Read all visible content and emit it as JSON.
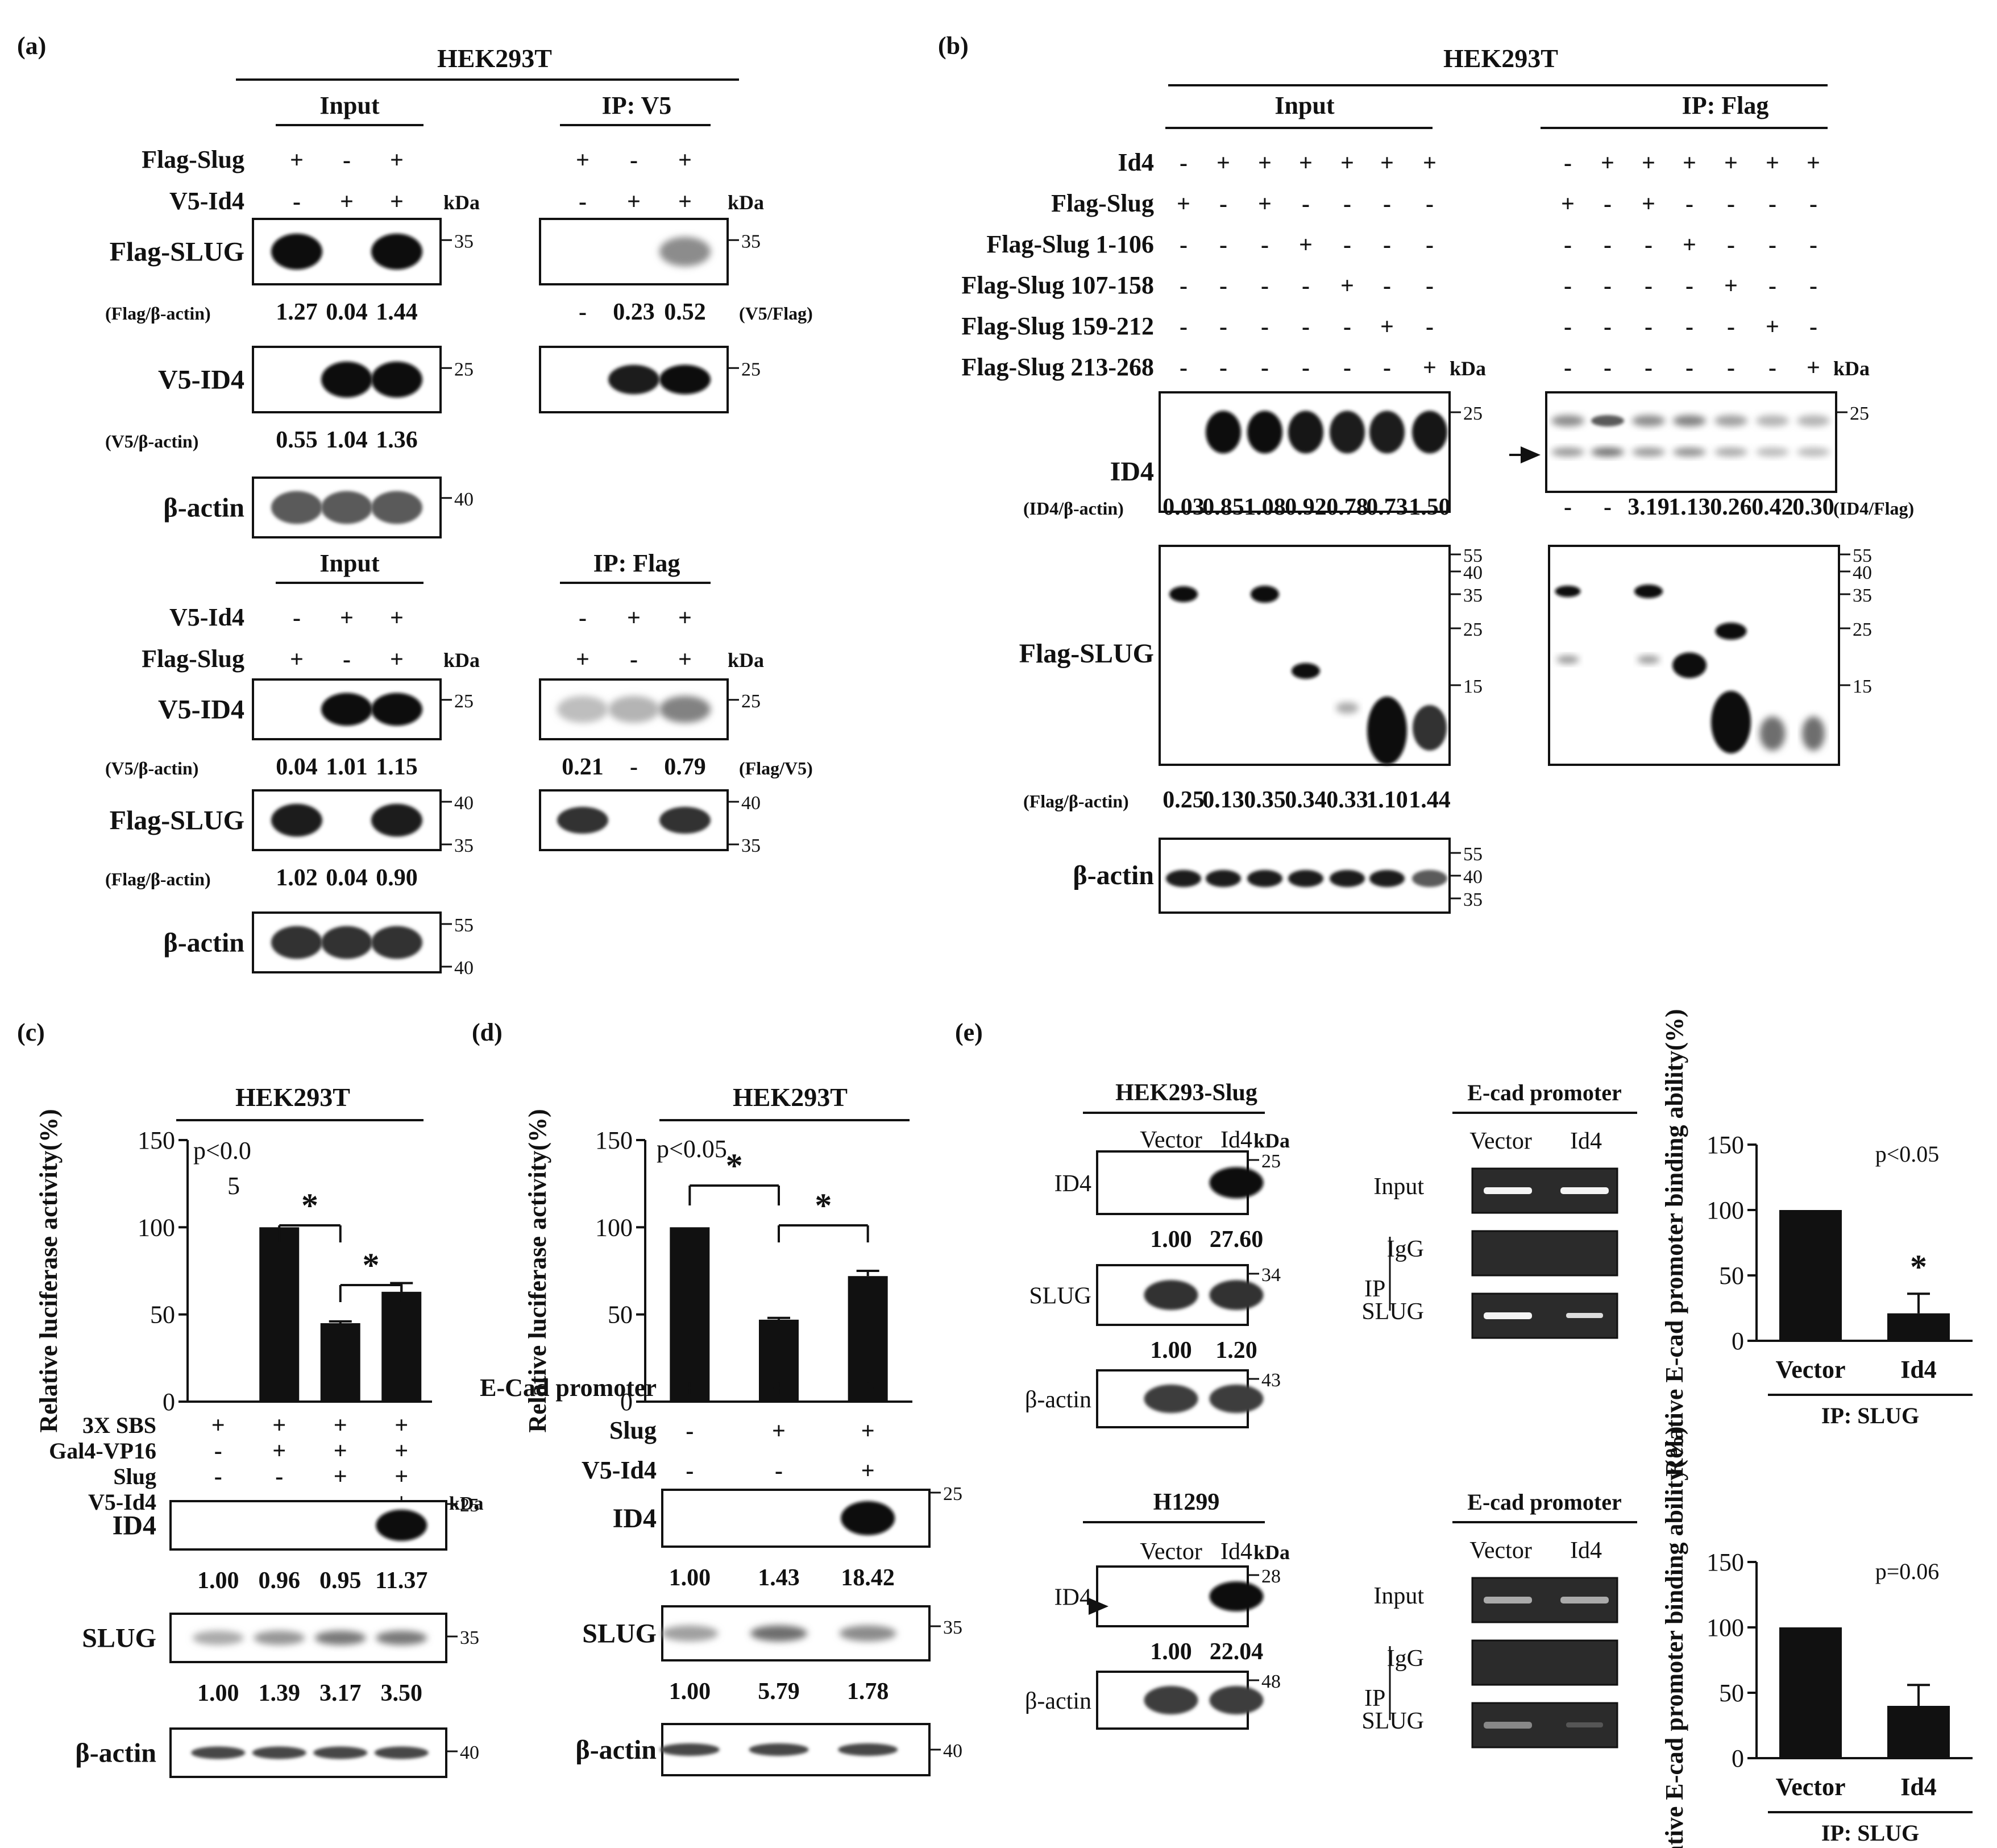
{
  "panels": {
    "a": {
      "label": "(a)",
      "cell": "HEK293T",
      "top": {
        "input_title": "Input",
        "ip_title": "IP: V5",
        "rows": [
          {
            "label": "Flag-Slug",
            "input": [
              "+",
              "-",
              "+"
            ],
            "ip": [
              "+",
              "-",
              "+"
            ]
          },
          {
            "label": "V5-Id4",
            "input": [
              "-",
              "+",
              "+"
            ],
            "ip": [
              "-",
              "+",
              "+"
            ],
            "unit": "kDa"
          }
        ],
        "blots": [
          {
            "label": "Flag-SLUG",
            "markers_in": [
              "35"
            ],
            "markers_ip": [
              "35"
            ],
            "input_bands": [
              1,
              0,
              1
            ],
            "ip_bands": [
              0,
              0,
              0.35
            ],
            "quant_label": "(Flag/β-actin)",
            "quant": [
              "1.27",
              "0.04",
              "1.44"
            ],
            "ip_quant": [
              "-",
              "0.23",
              "0.52"
            ],
            "ip_quant_label": "(V5/Flag)"
          },
          {
            "label": "V5-ID4",
            "markers_in": [
              "25"
            ],
            "markers_ip": [
              "25"
            ],
            "input_bands": [
              0,
              1,
              1
            ],
            "ip_bands": [
              0,
              0.9,
              1
            ],
            "quant_label": "(V5/β-actin)",
            "quant": [
              "0.55",
              "1.04",
              "1.36"
            ]
          },
          {
            "label": "β-actin",
            "markers_in": [
              "40"
            ],
            "input_bands": [
              0.6,
              0.6,
              0.6
            ]
          }
        ]
      },
      "bottom": {
        "input_title": "Input",
        "ip_title": "IP: Flag",
        "rows": [
          {
            "label": "V5-Id4",
            "input": [
              "-",
              "+",
              "+"
            ],
            "ip": [
              "-",
              "+",
              "+"
            ]
          },
          {
            "label": "Flag-Slug",
            "input": [
              "+",
              "-",
              "+"
            ],
            "ip": [
              "+",
              "-",
              "+"
            ],
            "unit": "kDa"
          }
        ],
        "blots": [
          {
            "label": "V5-ID4",
            "markers_in": [
              "25"
            ],
            "markers_ip": [
              "25"
            ],
            "input_bands": [
              0,
              1,
              1
            ],
            "ip_bands": [
              0.1,
              0.15,
              0.4
            ],
            "quant_label": "(V5/β-actin)",
            "quant": [
              "0.04",
              "1.01",
              "1.15"
            ],
            "ip_quant": [
              "0.21",
              "-",
              "0.79"
            ],
            "ip_quant_label": "(Flag/V5)"
          },
          {
            "label": "Flag-SLUG",
            "markers_in": [
              "40",
              "35"
            ],
            "markers_ip": [
              "40",
              "35"
            ],
            "input_bands": [
              0.9,
              0,
              0.9
            ],
            "ip_bands": [
              0.8,
              0,
              0.8
            ],
            "quant_label": "(Flag/β-actin)",
            "quant": [
              "1.02",
              "0.04",
              "0.90"
            ]
          },
          {
            "label": "β-actin",
            "markers_in": [
              "55",
              "40"
            ],
            "input_bands": [
              0.8,
              0.8,
              0.8
            ]
          }
        ]
      }
    },
    "b": {
      "label": "(b)",
      "cell": "HEK293T",
      "input_title": "Input",
      "ip_title": "IP: Flag",
      "rows": [
        {
          "label": "Id4",
          "input": [
            "-",
            "+",
            "+",
            "+",
            "+",
            "+",
            "+"
          ],
          "ip": [
            "-",
            "+",
            "+",
            "+",
            "+",
            "+",
            "+"
          ]
        },
        {
          "label": "Flag-Slug",
          "input": [
            "+",
            "-",
            "+",
            "-",
            "-",
            "-",
            "-"
          ],
          "ip": [
            "+",
            "-",
            "+",
            "-",
            "-",
            "-",
            "-"
          ]
        },
        {
          "label": "Flag-Slug 1-106",
          "input": [
            "-",
            "-",
            "-",
            "+",
            "-",
            "-",
            "-"
          ],
          "ip": [
            "-",
            "-",
            "-",
            "+",
            "-",
            "-",
            "-"
          ]
        },
        {
          "label": "Flag-Slug 107-158",
          "input": [
            "-",
            "-",
            "-",
            "-",
            "+",
            "-",
            "-"
          ],
          "ip": [
            "-",
            "-",
            "-",
            "-",
            "+",
            "-",
            "-"
          ]
        },
        {
          "label": "Flag-Slug 159-212",
          "input": [
            "-",
            "-",
            "-",
            "-",
            "-",
            "+",
            "-"
          ],
          "ip": [
            "-",
            "-",
            "-",
            "-",
            "-",
            "+",
            "-"
          ]
        },
        {
          "label": "Flag-Slug 213-268",
          "input": [
            "-",
            "-",
            "-",
            "-",
            "-",
            "-",
            "+"
          ],
          "ip": [
            "-",
            "-",
            "-",
            "-",
            "-",
            "-",
            "+"
          ],
          "unit": "kDa"
        }
      ],
      "id4_blot": {
        "label": "ID4",
        "marker_in": "25",
        "marker_ip": "25",
        "quant_label": "(ID4/β-actin)",
        "quant": [
          "0.03",
          "0.85",
          "1.08",
          "0.92",
          "0.78",
          "0.73",
          "1.50"
        ],
        "ip_quant": [
          "-",
          "-",
          "3.19",
          "1.13",
          "0.26",
          "0.42",
          "0.30"
        ],
        "ip_quant_label": "(ID4/Flag)"
      },
      "slug_blot": {
        "label": "Flag-SLUG",
        "markers": [
          "55",
          "40",
          "35",
          "25",
          "15"
        ],
        "quant_label": "(Flag/β-actin)",
        "quant": [
          "0.25",
          "0.13",
          "0.35",
          "0.34",
          "0.33",
          "1.10",
          "1.44"
        ]
      },
      "actin_blot": {
        "label": "β-actin",
        "markers": [
          "55",
          "40",
          "35"
        ]
      }
    },
    "c": {
      "label": "(c)",
      "cell": "HEK293T",
      "chart_data": {
        "type": "bar",
        "ylabel": "Relative luciferase activity(%)",
        "ylim": [
          0,
          150
        ],
        "yticks": [
          "0",
          "50",
          "100",
          "150"
        ],
        "values": [
          0,
          100,
          45,
          63
        ],
        "errors": [
          0,
          0,
          1,
          5
        ],
        "pvalue": "p<0.0 5",
        "sig": [
          "*",
          "*"
        ]
      },
      "rows": [
        {
          "label": "3X SBS",
          "vals": [
            "+",
            "+",
            "+",
            "+"
          ]
        },
        {
          "label": "Gal4-VP16",
          "vals": [
            "-",
            "+",
            "+",
            "+"
          ]
        },
        {
          "label": "Slug",
          "vals": [
            "-",
            "-",
            "+",
            "+"
          ]
        },
        {
          "label": "V5-Id4",
          "vals": [
            "-",
            "-",
            "-",
            "+"
          ],
          "unit": "kDa"
        }
      ],
      "blots": [
        {
          "label": "ID4",
          "marker": "25",
          "quant": [
            "1.00",
            "0.96",
            "0.95",
            "11.37"
          ]
        },
        {
          "label": "SLUG",
          "marker": "35",
          "quant": [
            "1.00",
            "1.39",
            "3.17",
            "3.50"
          ]
        },
        {
          "label": "β-actin",
          "marker": "40"
        }
      ]
    },
    "d": {
      "label": "(d)",
      "cell": "HEK293T",
      "chart_data": {
        "type": "bar",
        "ylabel": "Relative luciferase activity(%)",
        "ylim": [
          0,
          150
        ],
        "yticks": [
          "0",
          "50",
          "100",
          "150"
        ],
        "values": [
          100,
          47,
          72
        ],
        "errors": [
          0,
          1,
          3
        ],
        "pvalue": "p<0.05",
        "sig": [
          "*",
          "*"
        ]
      },
      "rows": [
        {
          "label": "E-Cad promoter",
          "vals": [
            "+",
            "+",
            "+"
          ]
        },
        {
          "label": "Slug",
          "vals": [
            "-",
            "+",
            "+"
          ]
        },
        {
          "label": "V5-Id4",
          "vals": [
            "-",
            "-",
            "+"
          ]
        }
      ],
      "blots": [
        {
          "label": "ID4",
          "marker": "25",
          "quant": [
            "1.00",
            "1.43",
            "18.42"
          ]
        },
        {
          "label": "SLUG",
          "marker": "35",
          "quant": [
            "1.00",
            "5.79",
            "1.78"
          ]
        },
        {
          "label": "β-actin",
          "marker": "40"
        }
      ]
    },
    "e": {
      "label": "(e)",
      "top": {
        "cell": "HEK293-Slug",
        "cols": [
          "Vector",
          "Id4"
        ],
        "unit": "kDa",
        "blots": [
          {
            "label": "ID4",
            "marker": "25",
            "quant": [
              "1.00",
              "27.60"
            ]
          },
          {
            "label": "SLUG",
            "marker": "34",
            "quant": [
              "1.00",
              "1.20"
            ]
          },
          {
            "label": "β-actin",
            "marker": "43"
          }
        ],
        "gel_title": "E-cad promoter",
        "gel_rows": [
          "Input",
          "IgG",
          "SLUG"
        ],
        "ip_label": "IP",
        "chart_data": {
          "type": "bar",
          "ylabel": "Relative E-cad promoter binding ability(%)",
          "categories": [
            "Vector",
            "Id4"
          ],
          "values": [
            100,
            21
          ],
          "errors": [
            0,
            15
          ],
          "ylim": [
            0,
            150
          ],
          "yticks": [
            "0",
            "50",
            "100",
            "150"
          ],
          "pvalue": "p<0.05",
          "sig": "*",
          "xlabel": "IP: SLUG"
        }
      },
      "bottom": {
        "cell": "H1299",
        "cols": [
          "Vector",
          "Id4"
        ],
        "unit": "kDa",
        "blots": [
          {
            "label": "ID4",
            "marker": "28",
            "quant": [
              "1.00",
              "22.04"
            ]
          },
          {
            "label": "β-actin",
            "marker": "48"
          }
        ],
        "gel_title": "E-cad promoter",
        "gel_rows": [
          "Input",
          "IgG",
          "SLUG"
        ],
        "ip_label": "IP",
        "chart_data": {
          "type": "bar",
          "ylabel": "Relative E-cad promoter binding ability(%)",
          "categories": [
            "Vector",
            "Id4"
          ],
          "values": [
            100,
            40
          ],
          "errors": [
            0,
            16
          ],
          "ylim": [
            0,
            150
          ],
          "yticks": [
            "0",
            "50",
            "100",
            "150"
          ],
          "pvalue": "p=0.06",
          "xlabel": "IP: SLUG"
        }
      }
    }
  }
}
